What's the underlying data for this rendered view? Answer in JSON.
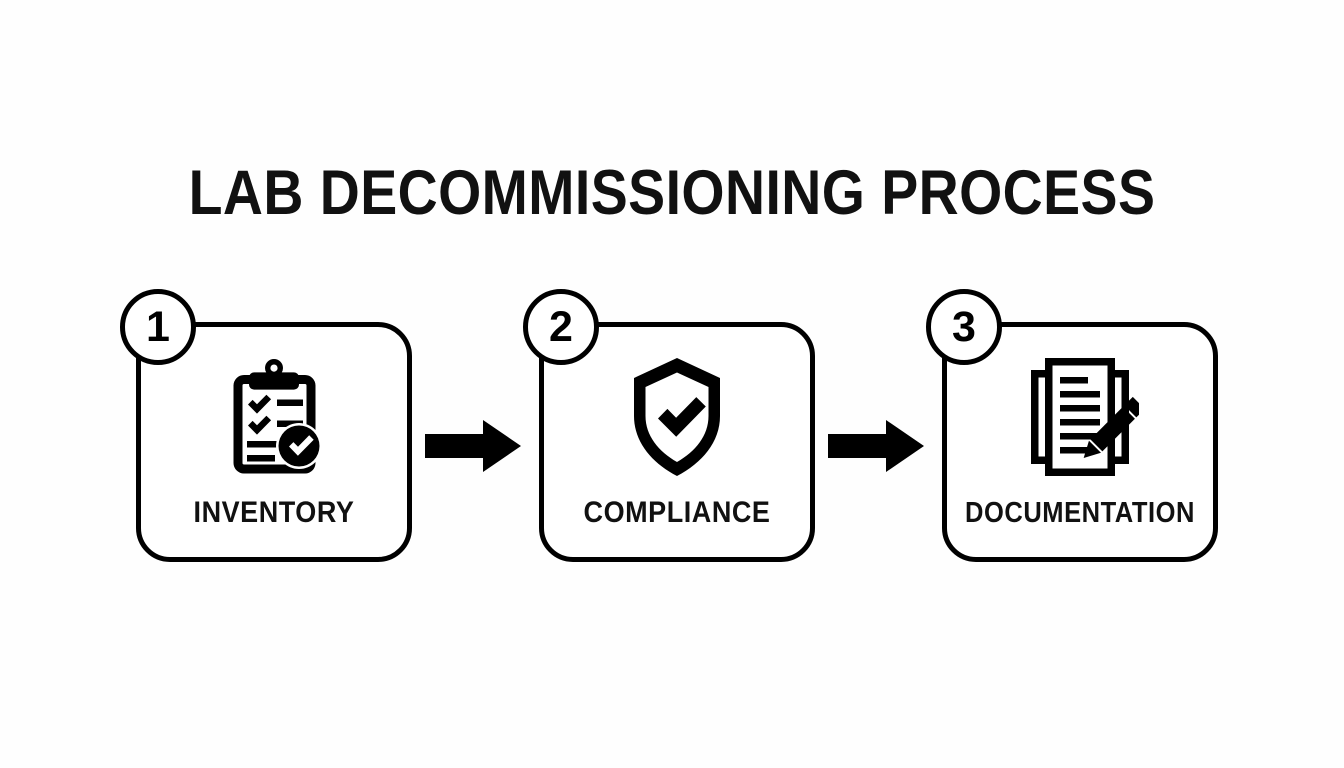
{
  "slide": {
    "title": "LAB DECOMMISSIONING PROCESS",
    "background_color": "#fefefe",
    "ink_color": "#000000"
  },
  "process": {
    "steps": [
      {
        "number": "1",
        "label": "INVENTORY",
        "icon": "clipboard-checklist-icon"
      },
      {
        "number": "2",
        "label": "COMPLIANCE",
        "icon": "shield-check-icon"
      },
      {
        "number": "3",
        "label": "DOCUMENTATION",
        "icon": "documents-pencil-icon"
      }
    ],
    "connectors": [
      {
        "name": "arrow-right-1"
      },
      {
        "name": "arrow-right-2"
      }
    ]
  }
}
